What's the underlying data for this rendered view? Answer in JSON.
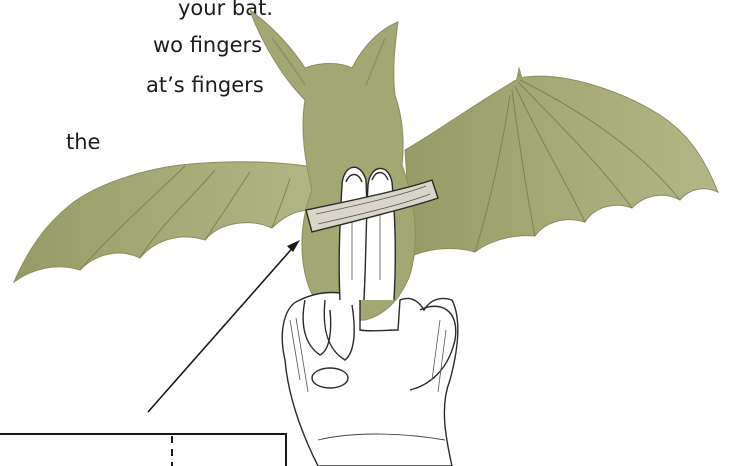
{
  "instructions": {
    "lines": [
      "your bat.",
      "wo fingers",
      "at’s fingers",
      "the"
    ]
  },
  "figure": {
    "subject": "bat-silhouette",
    "hand_gesture": "two-fingers-up",
    "colors": {
      "bat_fill": "#a3a774",
      "bat_shadow": "#8d915f",
      "outline": "#2a2a2a",
      "paper": "#ffffff"
    }
  }
}
